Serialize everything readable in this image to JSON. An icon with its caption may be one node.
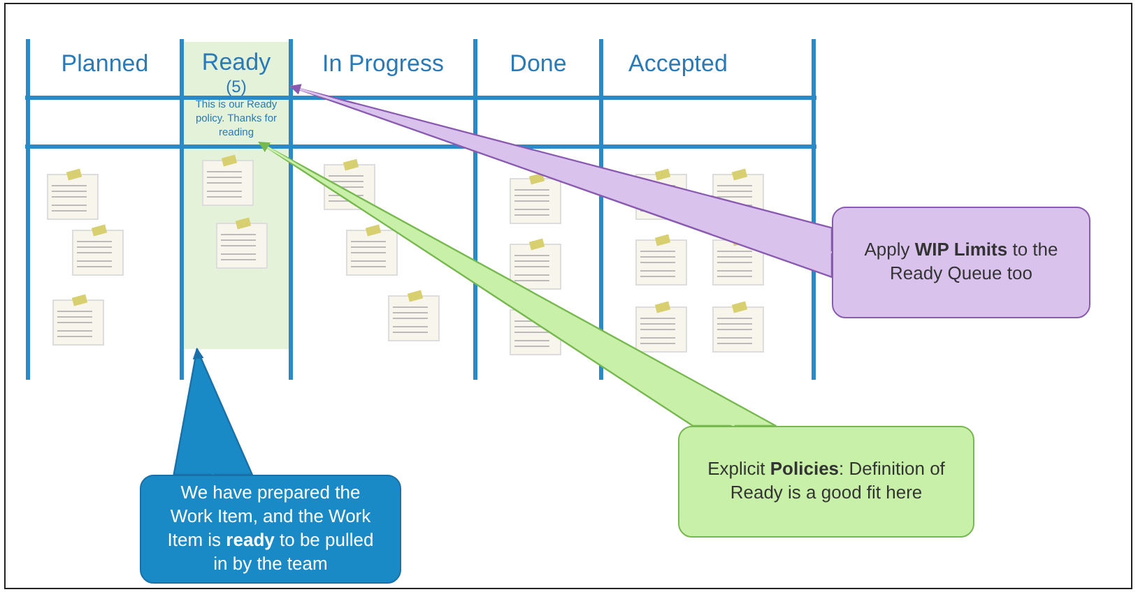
{
  "diagram": {
    "nodes": [
      {
        "text": [
          "Ready",
          "(5)"
        ]
      },
      {
        "text": [
          "This is our Ready policy. Thanks for reading"
        ],
        "in": 0
      },
      {
        "text": [
          "Apply **WIP Limits** to the Ready Queue too"
        ]
      },
      {
        "text": [
          "Explicit **Policies**: Definition of Ready is a good fit here"
        ]
      },
      {
        "text": [
          "We have prepared the Work Item, and the Work Item is **ready** to be pulled in by the team"
        ]
      }
    ],
    "edges": [
      {
        "from": 2,
        "to": 0,
        "arrow": "to",
        "color": "#d9c3ec"
      },
      {
        "from": 3,
        "to": 1,
        "arrow": "to",
        "color": "#c8f0a8"
      },
      {
        "from": 4,
        "to": 0,
        "arrow": "to",
        "color": "#1a8ac6"
      }
    ],
    "labels": [
      "Planned",
      "In Progress",
      "Done",
      "Accepted"
    ]
  }
}
